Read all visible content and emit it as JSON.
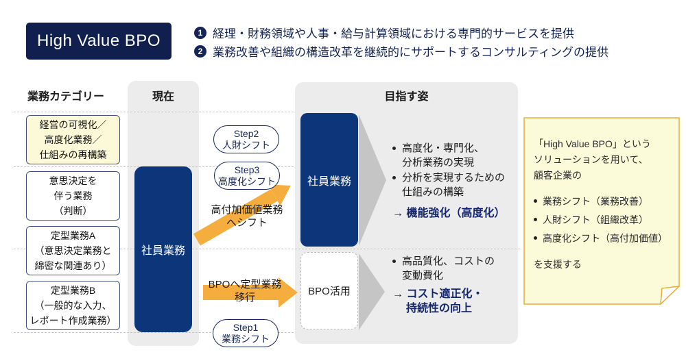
{
  "title": "High Value BPO",
  "intro": {
    "items": [
      {
        "num": "1",
        "text": "経理・財務領域や人事・給与計算領域における専門的サービスを提供"
      },
      {
        "num": "2",
        "text": "業務改善や組織の構造改革を継続的にサポートするコンサルティングの提供"
      }
    ]
  },
  "headers": {
    "category": "業務カテゴリー",
    "current": "現在",
    "target": "目指す姿"
  },
  "categories": [
    {
      "lines": [
        "経営の可視化／",
        "高度化業務／",
        "仕組みの再構築"
      ]
    },
    {
      "lines": [
        "意思決定を",
        "伴う業務",
        "（判断）"
      ]
    },
    {
      "lines": [
        "定型業務A",
        "（意思決定業務と",
        "綿密な関連あり）"
      ]
    },
    {
      "lines": [
        "定型業務B",
        "（一般的な入力、",
        "レポート作成業務）"
      ]
    }
  ],
  "current": {
    "employee_label": "社員業務"
  },
  "steps": [
    {
      "line1": "Step2",
      "line2": "人財シフト"
    },
    {
      "line1": "Step3",
      "line2": "高度化シフト"
    },
    {
      "line1": "Step1",
      "line2": "業務シフト"
    }
  ],
  "arrows": {
    "upshift": {
      "line1": "高付加価値業務",
      "line2": "へシフト"
    },
    "bposhift": {
      "line1": "BPOへ定型業務",
      "line2": "移行"
    }
  },
  "target": {
    "employee_label": "社員業務",
    "bpo_label": "BPO活用",
    "employee_points": [
      {
        "line1": "高度化・専門化、",
        "line2": "分析業務の実現"
      },
      {
        "line1": "分析を実現するための",
        "line2": "仕組みの構築"
      }
    ],
    "employee_result": "→ 機能強化（高度化）",
    "bpo_points": [
      {
        "line1": "高品質化、コストの",
        "line2": "変動費化"
      }
    ],
    "bpo_result_line1": "→ コスト適正化・",
    "bpo_result_line2": "持続性の向上"
  },
  "note": {
    "intro_lines": [
      "「High Value BPO」という",
      "ソリューションを用いて、",
      "顧客企業の"
    ],
    "bullets": [
      "業務シフト（業務改善）",
      "人財シフト（組織改革）",
      "高度化シフト（高付加価値）"
    ],
    "outro": "を支援する"
  },
  "colors": {
    "navy_dark": "#101F4E",
    "navy_box": "#0D3579",
    "accent_orange": "#F5AE3D",
    "panel_gray": "#ECECEC",
    "chevron_gray": "#C5C5C5",
    "note_bg": "#FBFAD9",
    "note_border": "#E6AF35",
    "category_highlight_bg": "#FBF9D7",
    "result_text": "#14266B"
  }
}
